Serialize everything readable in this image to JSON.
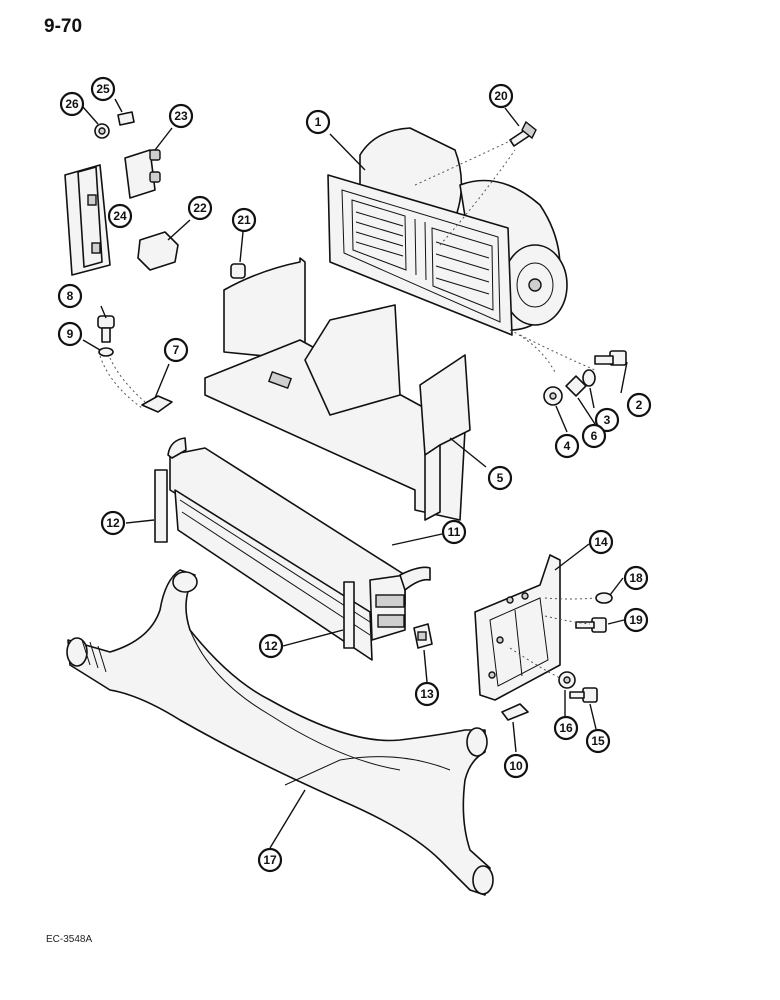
{
  "page": {
    "number": "9-70",
    "reference_code": "EC-3548A"
  },
  "callouts": {
    "c1": "1",
    "c2": "2",
    "c3": "3",
    "c4": "4",
    "c5": "5",
    "c6": "6",
    "c7": "7",
    "c8": "8",
    "c9": "9",
    "c10": "10",
    "c11": "11",
    "c12a": "12",
    "c12b": "12",
    "c13": "13",
    "c14": "14",
    "c15": "15",
    "c16": "16",
    "c17": "17",
    "c18": "18",
    "c19": "19",
    "c20": "20",
    "c21": "21",
    "c22": "22",
    "c23": "23",
    "c24": "24",
    "c25": "25",
    "c26": "26"
  }
}
